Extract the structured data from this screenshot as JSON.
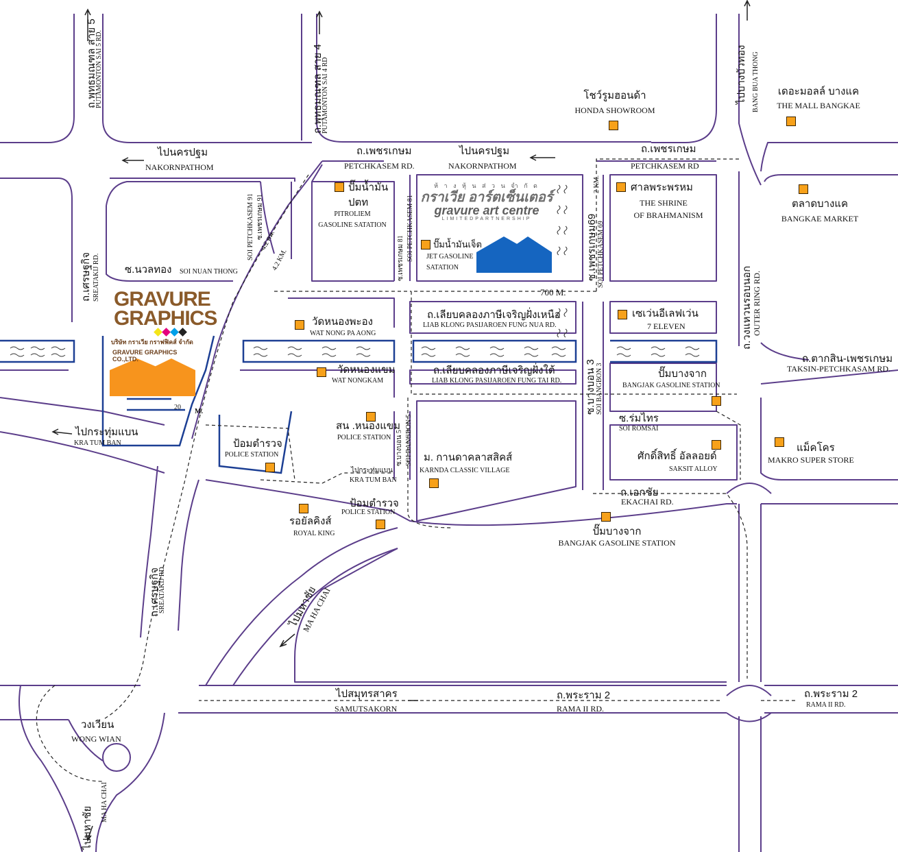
{
  "colors": {
    "road_outline": "#5b3d8a",
    "canal_outline": "#1c3f94",
    "landmark_fill": "#f7a11a",
    "company_building": "#1565c0",
    "partner_building": "#f7941d",
    "logo_brown": "#8a5a2a"
  },
  "roads": {
    "putamonton5": {
      "th": "ถ.พุทธมณฑล สาย 5",
      "en": "PUTAMONTON SAI 5 RD."
    },
    "putamonton4": {
      "th": "ถ.พุทธมณฑล สาย 4",
      "en": "PUTAMONTON SAI 4 RD"
    },
    "nakornpathom_left": {
      "th": "ไปนครปฐม",
      "en": "NAKORNPATHOM"
    },
    "petchkasem_mid": {
      "th": "ถ.เพชรเกษม",
      "en": "PETCHKASEM RD."
    },
    "nakornpathom_mid": {
      "th": "ไปนครปฐม",
      "en": "NAKORNPATHOM"
    },
    "petchkasem_right": {
      "th": "ถ.เพชรเกษม",
      "en": "PETCHKASEM RD"
    },
    "bang_bua_thong": {
      "th": "ไปบางบัวทอง",
      "en": "BANG BUA THONG"
    },
    "soi_petchkasem91": {
      "th": "ซ.เพชรเกษม 91",
      "en": "SOI PETCHKASEM 91"
    },
    "soi_petchkasem81": {
      "th": "ซ.เพชรเกษม 81",
      "en": "SOI PETCHKASEM 81"
    },
    "soi_petchkasem69": {
      "th": "ซ.เพชรเกษม69",
      "en": "SOI PETCHKASEM 69"
    },
    "sreatakij_top": {
      "th": "ถ.เศรษฐกิจ",
      "en": "SREATAKIJ RD."
    },
    "sreatakij_bottom": {
      "th": "ถ.เศรษฐกิจ",
      "en": "SREATAKIJ RD."
    },
    "soi_nuan_thong": {
      "th": "ซ.นวลทอง",
      "en": "SOI NUAN THONG"
    },
    "outer_ring": {
      "th": "ถ.วงแหวนรอบนอก",
      "en": "OUTER RING RD."
    },
    "klong_nua": {
      "th": "ถ.เลียบคลองภาษีเจริญฝั่งเหนือ",
      "en": "LIAB KLONG PASIJAROEN FUNG NUA RD."
    },
    "klong_tai": {
      "th": "ถ.เลียบคลองภาษีเจริญฝั่งใต้",
      "en": "LIAB KLONG PASIJAROEN FUNG TAI RD."
    },
    "soi_bangbon3": {
      "th": "ซ.บางบอน 3",
      "en": "SOI BANGBON 3"
    },
    "soi_bangbon5": {
      "th": "ซ.บางบอน 5",
      "en": "SOI BANGBON 5"
    },
    "taksin": {
      "th": "ถ.ตากสิน-เพชรเกษม",
      "en": "TAKSIN-PETCHKASAM RD."
    },
    "soi_romsai": {
      "th": "ซ.ร่มไทร",
      "en": "SOI ROMSAI"
    },
    "kra_tum_ban_left": {
      "th": "ไปกระทุ่มแบน",
      "en": "KRA TUM BAN"
    },
    "kra_tum_ban_small": {
      "th": "ไปกระทุ่มแบน",
      "en": "KRA TUM BAN"
    },
    "ekachai": {
      "th": "ถ.เอกชัย",
      "en": "EKACHAI RD."
    },
    "ma_ha_chai_mid": {
      "th": "ไปมหาชัย",
      "en": "MA HA CHAI"
    },
    "ma_ha_chai_bottom": {
      "th": "ไปมหาชัย",
      "en": "MA HA CHAI"
    },
    "samutsakorn": {
      "th": "ไปสมุทรสาคร",
      "en": "SAMUTSAKORN"
    },
    "rama2_mid": {
      "th": "ถ.พระราม 2",
      "en": "RAMA II RD."
    },
    "rama2_right": {
      "th": "ถ.พระราม 2",
      "en": "RAMA II RD."
    },
    "wong_wian": {
      "th": "วงเวียน",
      "en": "WONG WIAN"
    }
  },
  "distances": {
    "d700": "700  M.",
    "d2km": "2 KM.",
    "d42th": "4.2 กม.",
    "d42en": "4.2 KM.",
    "d20": "20",
    "dm": "M."
  },
  "landmarks": {
    "honda": {
      "th": "โชว์รูมฮอนด้า",
      "en": "HONDA SHOWROOM"
    },
    "mall": {
      "th": "เดอะมอลล์ บางแค",
      "en": "THE MALL BANGKAE"
    },
    "ptt": {
      "th1": "ปั๊มน้ำมัน",
      "th2": "ปตท",
      "en1": "PITROLIEM",
      "en2": "GASOLINE SATATION"
    },
    "jet": {
      "th": "ปั๊มน้ำมันเจ็ต",
      "en1": "JET GASOLINE",
      "en2": "SATATION"
    },
    "shrine": {
      "th": "ศาลพระพรหม",
      "en1": "THE SHRINE",
      "en2": "OF BRAHMANISM"
    },
    "bangkae_market": {
      "th": "ตลาดบางแค",
      "en": "BANGKAE MARKET"
    },
    "wat_nong_pa_aong": {
      "th": "วัดหนองพะอง",
      "en": "WAT NONG PA AONG"
    },
    "seven_eleven": {
      "th": "เซเว่นอีเลฟเว่น",
      "en": "7 ELEVEN"
    },
    "wat_nongkam": {
      "th": "วัดหนองแขม",
      "en": "WAT NONGKAM"
    },
    "bangjak_top": {
      "th": "ปั๊มบางจาก",
      "en": "BANGJAK GASOLINE STATION"
    },
    "police_nongkam": {
      "th": "สน .หนองแขม",
      "en": "POLICE STATION"
    },
    "police_box_left": {
      "th": "ป้อมตำรวจ",
      "en": "POLICE STATION"
    },
    "police_box_right": {
      "th": "ป้อมตำรวจ",
      "en": "POLICE STATION"
    },
    "karnda": {
      "th": "ม. กานดาคลาสสิคส์",
      "en": "KARNDA  CLASSIC  VILLAGE"
    },
    "makro": {
      "th": "แม็คโคร",
      "en": "MAKRO SUPER STORE"
    },
    "saksit": {
      "th": "ศักดิ์สิทธิ์ อัลลอยด์",
      "en": "SAKSIT ALLOY"
    },
    "royal_king": {
      "th": "รอยัลคิงส์",
      "en": "ROYAL KING"
    },
    "bangjak_bottom": {
      "th": "ปั๊มบางจาก",
      "en": "BANGJAK GASOLINE STATION"
    }
  },
  "company": {
    "logo_line1": "GRAVURE",
    "logo_line2": "GRAPHICS",
    "thai_name": "บริษัท กราเวีย กราฟฟิคส์ จำกัด",
    "en_name": "GRAVURE GRAPHICS CO.,LTD.",
    "dot_colors": [
      "#f4e51a",
      "#e5007e",
      "#00a0e9",
      "#222222"
    ]
  },
  "partner": {
    "th_top": "ห้ า ง หุ้ น ส่ ว น จำ กั ด",
    "th_name": "กราเวีย อาร์ตเซ็นเตอร์",
    "en_name": "gravure art centre",
    "lp": "LIMITEDPARTNERSHIP"
  }
}
